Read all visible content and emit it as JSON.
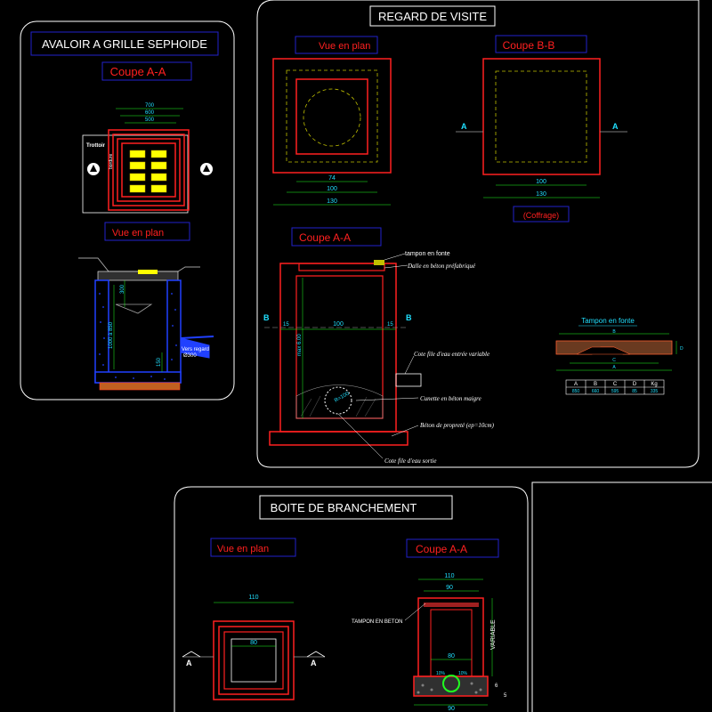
{
  "panels": {
    "avaloir": {
      "title": "AVALOIR A GRILLE SEPHOIDE",
      "coupe_label": "Coupe A-A",
      "plan_label": "Vue en plan",
      "dims": [
        "700",
        "600",
        "500"
      ],
      "trottoir": "Trottoir",
      "bordure": "bordure",
      "vers_regard": "Vers regard",
      "diam_pipe": "Ø300",
      "dim_vertical": "1000 à 850",
      "dim_small": "300",
      "dim_small2": "150",
      "section_marker": "A"
    },
    "regard": {
      "title": "REGARD DE VISITE",
      "plan_label": "Vue en plan",
      "coupe_bb_label": "Coupe B-B",
      "coffrage_label": "(Coffrage)",
      "coupe_aa_label": "Coupe A-A",
      "plan_dims": [
        "74",
        "100",
        "130"
      ],
      "bb_dims": [
        "100",
        "130"
      ],
      "section_a": "A",
      "section_b": "B",
      "tampon_fonte": "tampon en fonte",
      "dalle": "Dalle en béton préfabriqué",
      "cote_entree": "Cote file d'eau entrée variable",
      "cunette": "Cunette en béton maigre",
      "beton_proprete": "Béton de propreté (ep=10cm)",
      "cote_sortie": "Cote file d'eau sortie",
      "dim_15a": "15",
      "dim_100": "100",
      "dim_15b": "15",
      "dim_height": "max 6.00",
      "pipe_dim": "R=100",
      "tampon_detail": {
        "title": "Tampon en fonte",
        "headers": [
          "A",
          "B",
          "C",
          "D",
          "Kg"
        ],
        "values": [
          "850",
          "660",
          "595",
          "85",
          "335"
        ],
        "labels": [
          "B",
          "C",
          "A",
          "D"
        ]
      }
    },
    "boite": {
      "title": "BOITE DE BRANCHEMENT",
      "plan_label": "Vue en plan",
      "coupe_label": "Coupe A-A",
      "plan_dims": [
        "110",
        "80"
      ],
      "coupe_dims": [
        "110",
        "90",
        "80",
        "90"
      ],
      "tampon_beton": "TAMPON EN BETON",
      "variable": "VARIABLE",
      "slope_a": "10%",
      "slope_b": "10%",
      "dim_side": "6",
      "dim_side2": "5",
      "section_a": "A"
    }
  },
  "colors": {
    "frame": "#ffffff",
    "red": "#ff2020",
    "dark_red": "#c00000",
    "title_box": "#2222cc",
    "cyan": "#20e0ff",
    "yellow": "#ffff00",
    "blue": "#2040ff",
    "green": "#20ff20",
    "gray": "#a0a0a0"
  }
}
